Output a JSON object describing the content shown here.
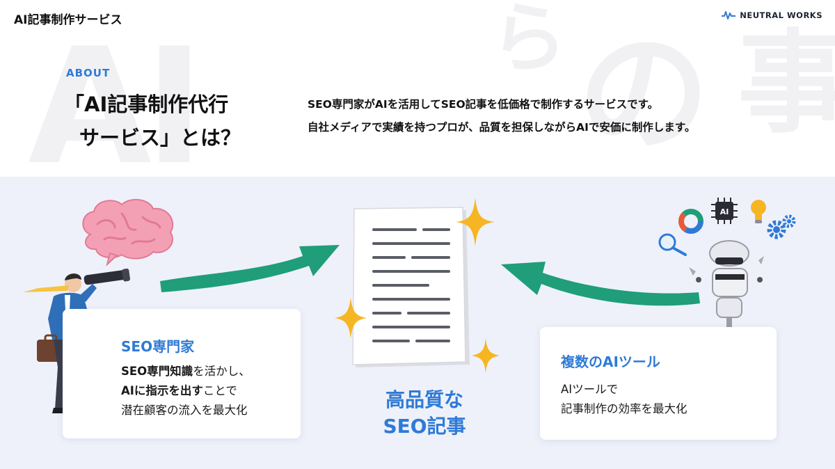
{
  "header": {
    "title": "AI記事制作サービス",
    "logo_text": "NEUTRAL WORKS"
  },
  "about": {
    "eyebrow": "ABOUT",
    "heading_line1": "「AI記事制作代行",
    "heading_line2": "サービス」とは？",
    "description_line1": "SEO専門家がAIを活用してSEO記事を低価格で制作するサービスです。",
    "description_line2": "自社メディアで実績を持つプロが、品質を担保しながらAIで安価に制作します。"
  },
  "watermark": {
    "big": "AI",
    "r1": "ら",
    "r2": "の",
    "r3": "事"
  },
  "left_card": {
    "title": "SEO専門家",
    "line1_bold": "SEO専門知識",
    "line1_rest": "を活かし、",
    "line2_bold": "AIに指示を出す",
    "line2_rest": "ことで",
    "line3": "潜在顧客の流入を最大化"
  },
  "center": {
    "line1": "高品質な",
    "line2": "SEO記事"
  },
  "right_card": {
    "title": "複数のAIツール",
    "line1": "AIツールで",
    "line2": "記事制作の効率を最大化"
  },
  "ai_chip_label": "AI",
  "colors": {
    "accent_blue": "#2f7ad6",
    "arrow_green": "#1f9e79",
    "bg_lavender": "#eef1fa",
    "sparkle_gold": "#f6b623"
  },
  "icons": [
    "pulse-logo-icon",
    "brain-icon",
    "businessman-telescope-icon",
    "document-icon",
    "sparkle-icon",
    "robot-icon",
    "magnifier-icon",
    "chart-icon",
    "ai-chip-icon",
    "lightbulb-icon",
    "gears-icon",
    "arrow-right-icon",
    "arrow-left-icon"
  ]
}
